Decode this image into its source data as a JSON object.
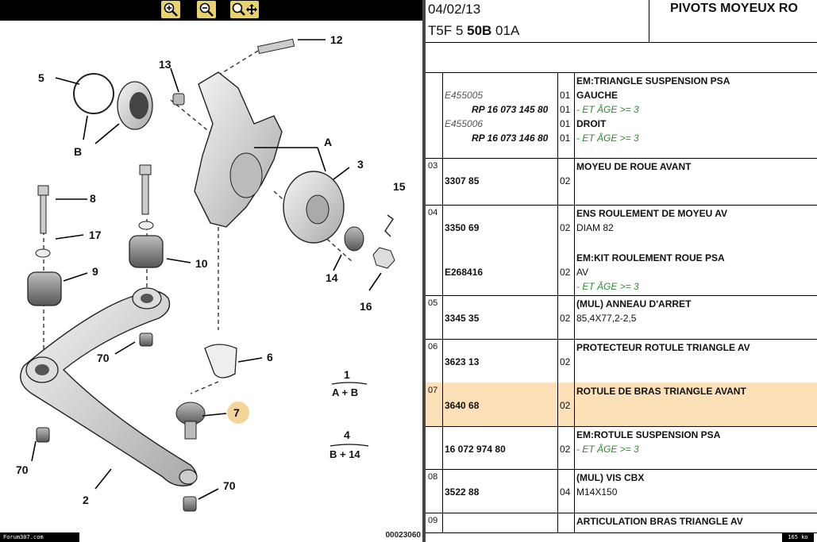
{
  "toolbar": {
    "zoom_in_icon": "zoom-in-icon",
    "zoom_out_icon": "zoom-out-icon",
    "pan_icon": "zoom-pan-icon"
  },
  "diagram": {
    "labels": [
      "12",
      "13",
      "5",
      "B",
      "A",
      "3",
      "15",
      "8",
      "17",
      "9",
      "10",
      "14",
      "16",
      "70",
      "6",
      "1",
      "A + B",
      "7",
      "4",
      "B + 14",
      "70",
      "2",
      "70"
    ],
    "part_number": "00023060",
    "forum": "Forum307.com"
  },
  "header": {
    "date": "04/02/13",
    "code_prefix": "T5F 5 ",
    "code_bold": "50B",
    "code_suffix": " 01A",
    "title": "PIVOTS MOYEUX RO"
  },
  "rows": [
    {
      "num": "",
      "lines": [
        {
          "ref": "",
          "qty": "",
          "desc": "EM:TRIANGLE SUSPENSION PSA",
          "style": "bold"
        },
        {
          "ref": "E455005",
          "reftype": "italic",
          "qty": "01",
          "desc": "GAUCHE",
          "style": "bold"
        },
        {
          "ref": "RP 16 073 145 80",
          "reftype": "bolditalic",
          "qty": "01",
          "desc": "- ET ÂGE >= 3",
          "style": "green"
        },
        {
          "ref": "E455006",
          "reftype": "italic",
          "qty": "01",
          "desc": "DROIT",
          "style": "bold"
        },
        {
          "ref": "RP 16 073 146 80",
          "reftype": "bolditalic",
          "qty": "01",
          "desc": "- ET ÂGE >= 3",
          "style": "green"
        }
      ]
    },
    {
      "num": "03",
      "lines": [
        {
          "ref": "",
          "qty": "",
          "desc": "MOYEU DE ROUE AVANT",
          "style": "bold"
        },
        {
          "ref": "3307 85",
          "reftype": "bold",
          "qty": "02",
          "desc": "",
          "style": ""
        }
      ]
    },
    {
      "num": "04",
      "lines": [
        {
          "ref": "",
          "qty": "",
          "desc": "ENS ROULEMENT DE MOYEU AV",
          "style": "bold"
        },
        {
          "ref": "3350 69",
          "reftype": "bold",
          "qty": "02",
          "desc": "DIAM 82",
          "style": "normal"
        },
        {
          "ref": "",
          "qty": "",
          "desc": "",
          "style": ""
        },
        {
          "ref": "",
          "qty": "",
          "desc": "EM:KIT ROULEMENT ROUE PSA",
          "style": "bold"
        },
        {
          "ref": "E268416",
          "reftype": "bold",
          "qty": "02",
          "desc": "AV",
          "style": "normal"
        },
        {
          "ref": "",
          "qty": "",
          "desc": "- ET ÂGE >= 3",
          "style": "green"
        }
      ]
    },
    {
      "num": "05",
      "lines": [
        {
          "ref": "",
          "qty": "",
          "desc": "(MUL) ANNEAU D'ARRET",
          "style": "bold"
        },
        {
          "ref": "3345 35",
          "reftype": "bold",
          "qty": "02",
          "desc": "85,4X77,2-2,5",
          "style": "normal"
        }
      ]
    },
    {
      "num": "06",
      "lines": [
        {
          "ref": "",
          "qty": "",
          "desc": "PROTECTEUR ROTULE TRIANGLE AV",
          "style": "bold"
        },
        {
          "ref": "3623 13",
          "reftype": "bold",
          "qty": "02",
          "desc": "",
          "style": ""
        }
      ]
    },
    {
      "num": "07",
      "highlight": true,
      "lines": [
        {
          "ref": "",
          "qty": "",
          "desc": "ROTULE DE BRAS TRIANGLE AVANT",
          "style": "bold"
        },
        {
          "ref": "3640 68",
          "reftype": "bold",
          "qty": "02",
          "desc": "",
          "style": ""
        }
      ]
    },
    {
      "num": "",
      "lines": [
        {
          "ref": "",
          "qty": "",
          "desc": "EM:ROTULE SUSPENSION PSA",
          "style": "bold"
        },
        {
          "ref": "16 072 974 80",
          "reftype": "bold",
          "qty": "02",
          "desc": "- ET ÂGE >= 3",
          "style": "green"
        }
      ]
    },
    {
      "num": "08",
      "lines": [
        {
          "ref": "",
          "qty": "",
          "desc": "(MUL) VIS CBX",
          "style": "bold"
        },
        {
          "ref": "3522 88",
          "reftype": "bold",
          "qty": "04",
          "desc": "M14X150",
          "style": "normal"
        }
      ]
    },
    {
      "num": "09",
      "lines": [
        {
          "ref": "",
          "qty": "",
          "desc": "ARTICULATION BRAS TRIANGLE AV",
          "style": "bold"
        }
      ]
    }
  ],
  "status": "165 ko"
}
